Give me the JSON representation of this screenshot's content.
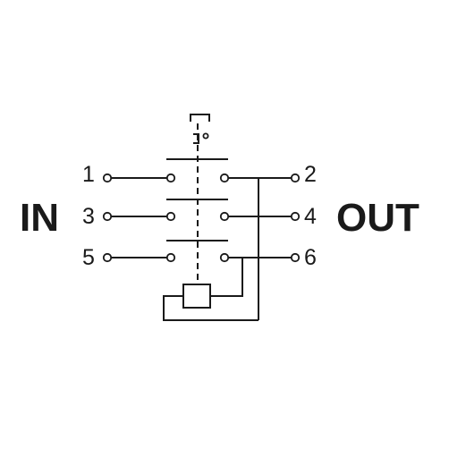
{
  "labels": {
    "in": "IN",
    "out": "OUT"
  },
  "terminals": {
    "t1": "1",
    "t2": "2",
    "t3": "3",
    "t4": "4",
    "t5": "5",
    "t6": "6"
  },
  "icons": {
    "actuator": "pushbutton-actuator-icon",
    "coil": "relay-coil-icon"
  },
  "colors": {
    "ink": "#1a1a1a",
    "background": "#ffffff"
  }
}
